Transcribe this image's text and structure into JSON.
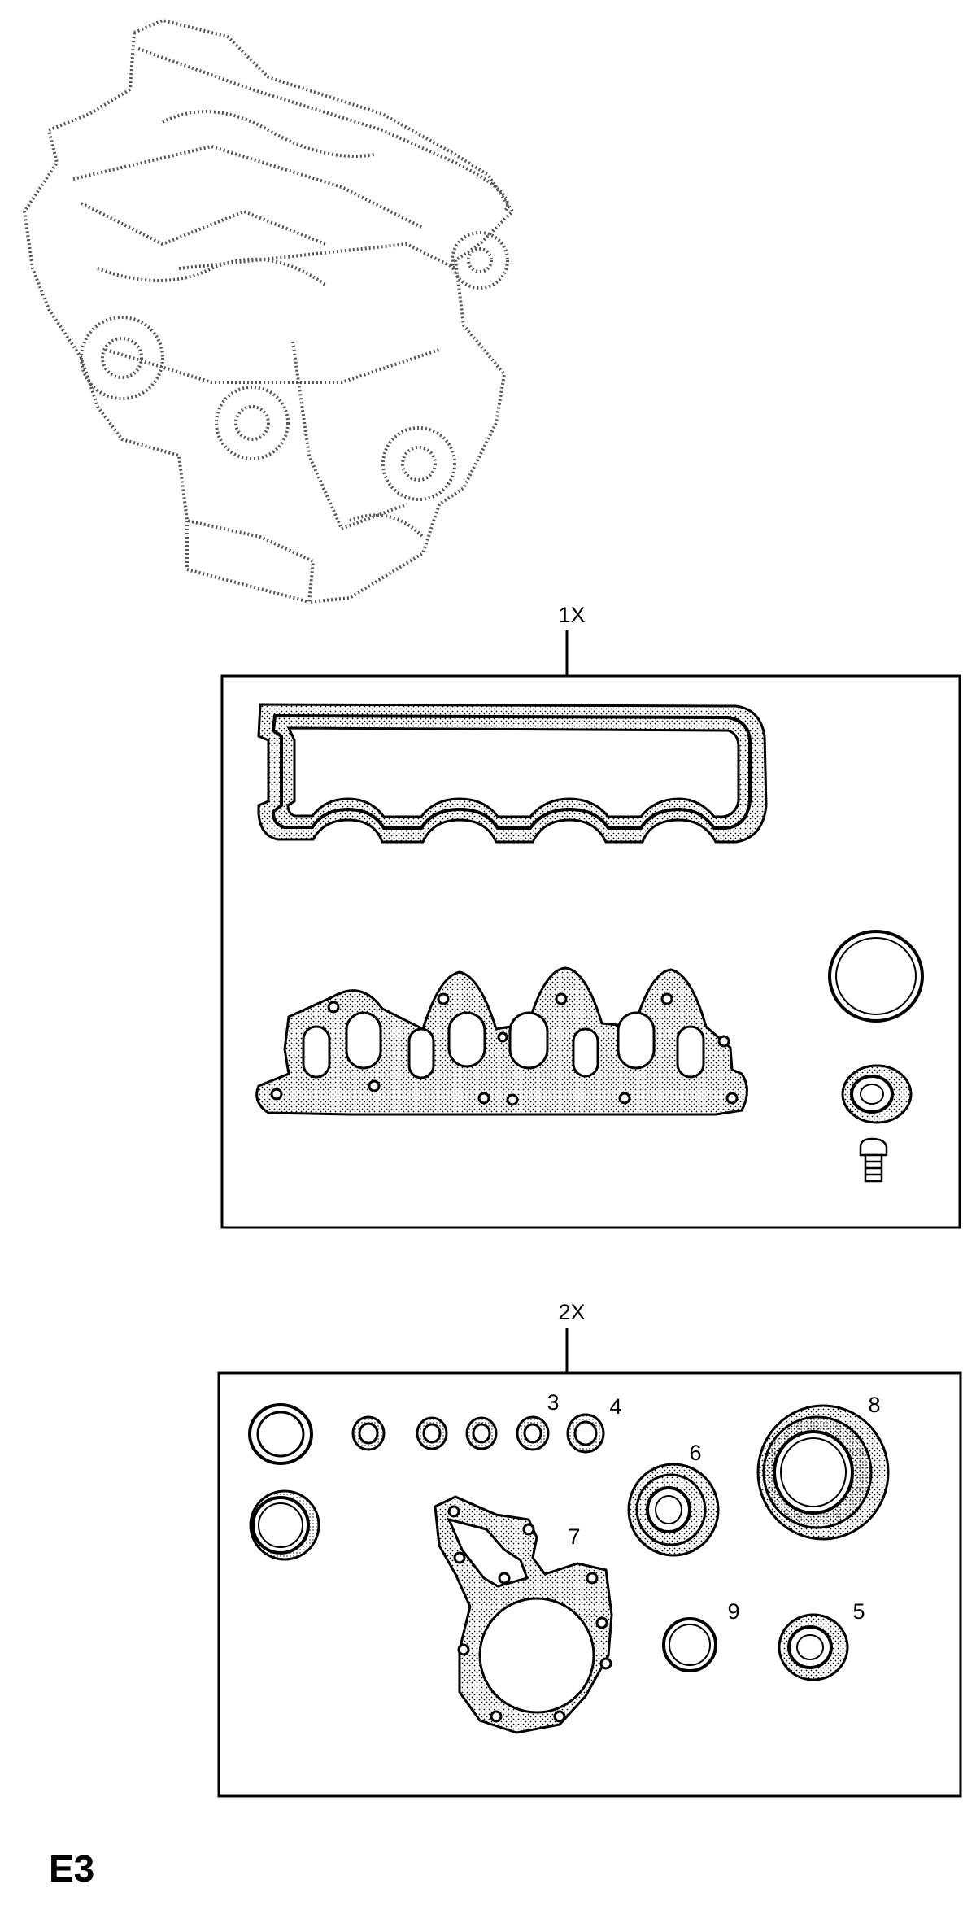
{
  "kit_1": {
    "label": "1X"
  },
  "kit_2": {
    "label": "2X",
    "callouts": [
      "3",
      "4",
      "5",
      "6",
      "7",
      "8",
      "9"
    ]
  },
  "page_code": "E3",
  "icons": {
    "engine": "engine-illustration-icon",
    "cover_gasket": "valve-cover-gasket-icon",
    "manifold_gasket": "manifold-gasket-icon",
    "o_ring": "o-ring-icon",
    "oil_seal": "oil-seal-icon",
    "plug": "plug-icon",
    "water_pump_gasket": "water-pump-gasket-icon"
  }
}
